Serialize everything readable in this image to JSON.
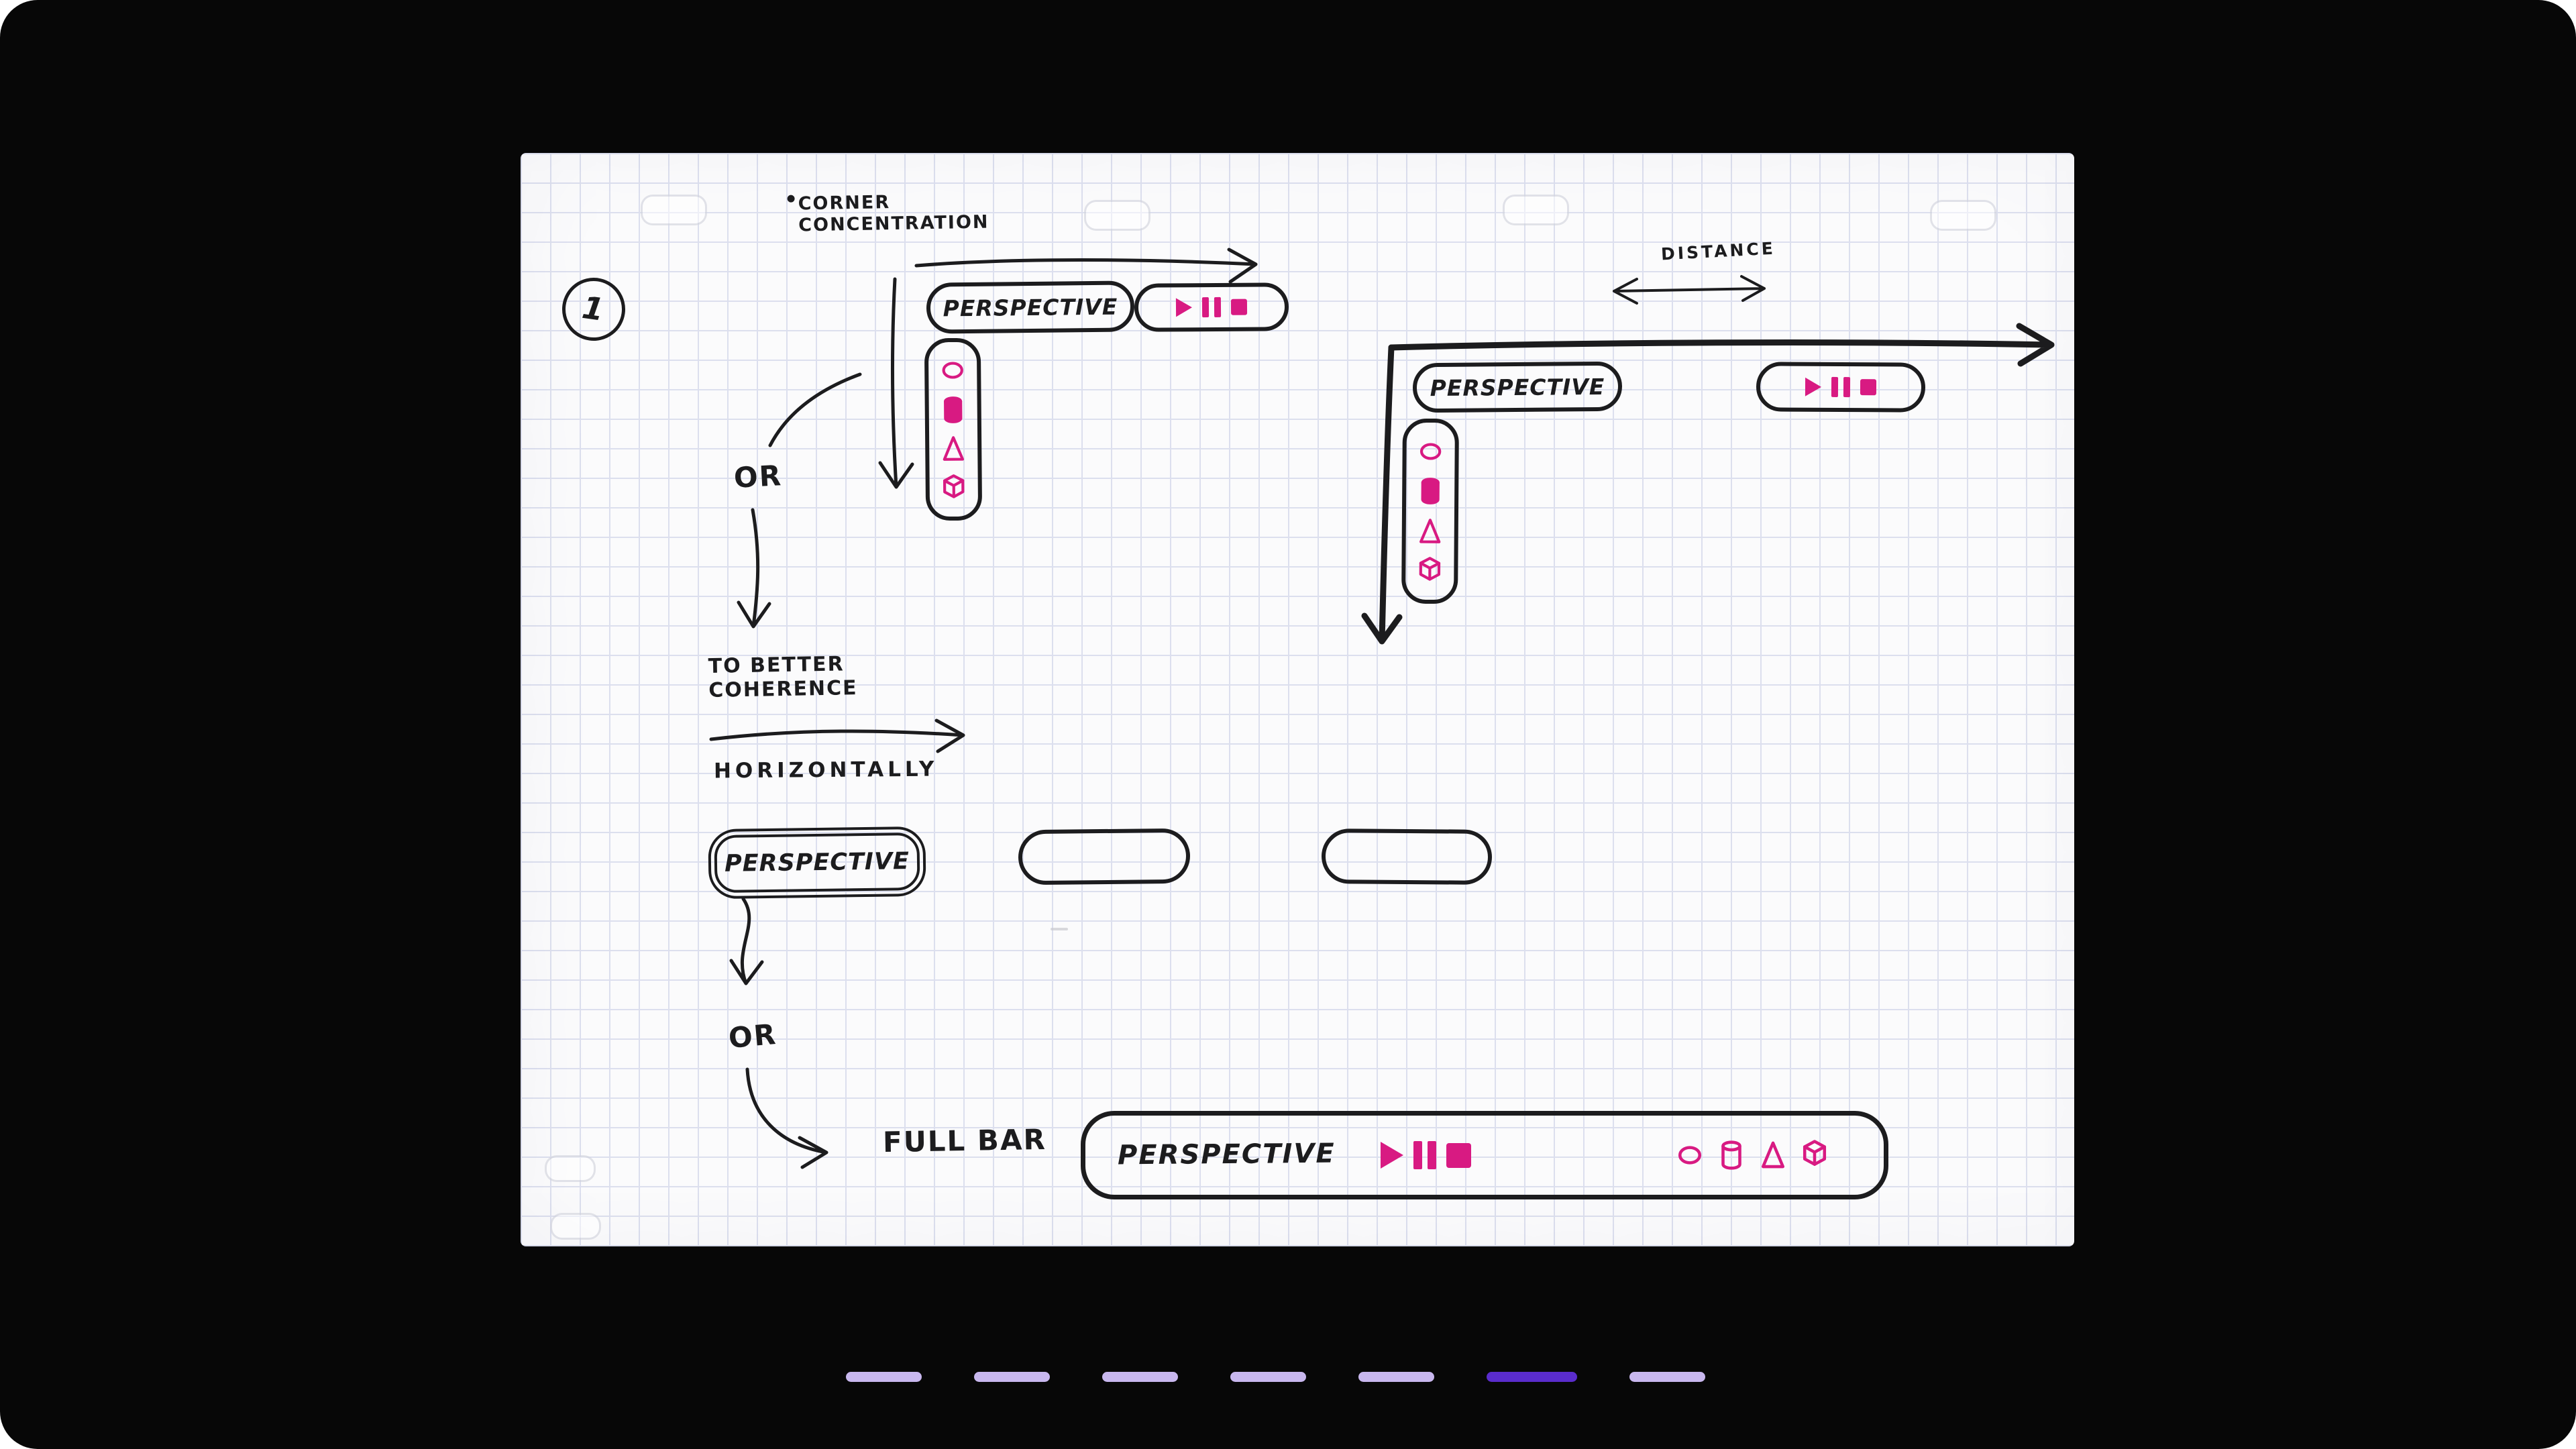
{
  "page": {
    "background_color": "#070707",
    "paper_color": "#fbfbfc",
    "grid_color": "#dcdfee",
    "ink_color": "#1c1c1e",
    "accent_color": "#d81a82"
  },
  "sketch": {
    "page_badge": "1",
    "labels": {
      "corner_line1": "CORNER",
      "corner_line2": "CONCENTRATION",
      "or_top": "OR",
      "or_bottom": "OR",
      "distance": "DISTANCE",
      "better_line1": "TO BETTER",
      "better_line2": "COHERENCE",
      "horizontally": "HORIZONTALLY",
      "full_bar": "FULL BAR"
    },
    "pills": {
      "perspective_top": "PERSPECTIVE",
      "perspective_right": "PERSPECTIVE",
      "perspective_mid": "PERSPECTIVE",
      "perspective_full": "PERSPECTIVE"
    },
    "icons": {
      "playback": [
        "play",
        "pause",
        "stop"
      ],
      "shapes": [
        "circle",
        "cylinder",
        "triangle",
        "cube"
      ]
    }
  },
  "carousel": {
    "count": 7,
    "active_index": 5,
    "inactive_color": "#c8b7ee",
    "active_color": "#5a2ccc"
  }
}
